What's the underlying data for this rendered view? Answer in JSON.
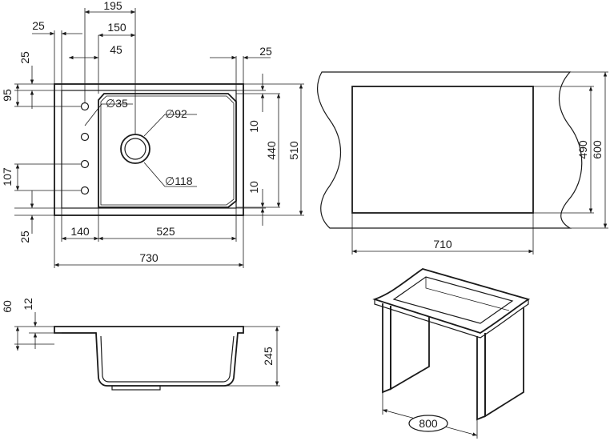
{
  "top_view": {
    "d195": "195",
    "d150": "150",
    "d45": "45",
    "d25_top_left": "25",
    "d25_top_right": "25",
    "d25_left_upper": "25",
    "d95": "95",
    "d107": "107",
    "d25_left_lower": "25",
    "d35": "35",
    "d92": "92",
    "d118": "118",
    "d10_upper": "10",
    "d10_lower": "10",
    "d440": "440",
    "d510": "510",
    "d140": "140",
    "d525": "525",
    "d730": "730"
  },
  "cutout_view": {
    "d490": "490",
    "d600": "600",
    "d710": "710"
  },
  "side_view": {
    "d60": "60",
    "d12": "12",
    "d245": "245"
  },
  "cabinet_view": {
    "d800": "800"
  }
}
